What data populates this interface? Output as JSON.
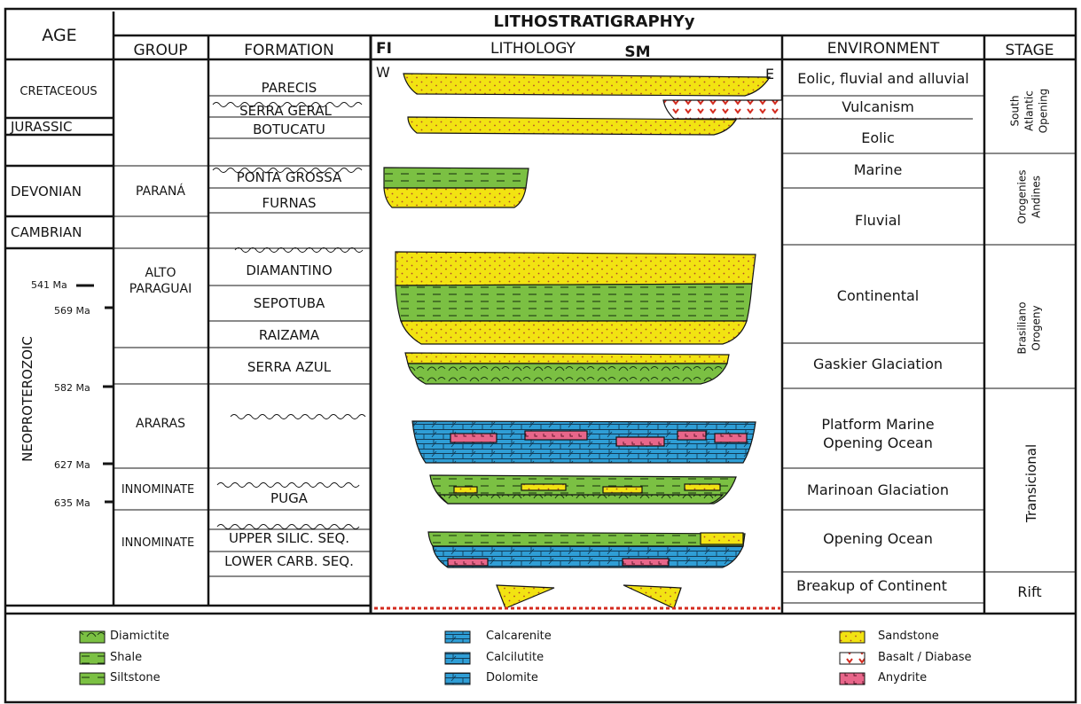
{
  "title": "LITHOSTRATIGRAPHYy",
  "headers": {
    "age": "AGE",
    "group": "GROUP",
    "formation": "FORMATION",
    "fi": "FI",
    "lithology": "LITHOLOGY",
    "sm": "SM",
    "environment": "ENVIRONMENT",
    "stage": "STAGE",
    "west": "W",
    "east": "E"
  },
  "ages": {
    "cretaceous": "CRETACEOUS",
    "jurassic": "JURASSIC",
    "devonian": "DEVONIAN",
    "cambrian": "CAMBRIAN",
    "neoproterozoic": "NEOPROTEROZOIC"
  },
  "time_marks": [
    "541 Ma",
    "569 Ma",
    "582 Ma",
    "627 Ma",
    "635 Ma"
  ],
  "groups": {
    "parana": "PARANÁ",
    "alto1": "ALTO",
    "alto2": "PARAGUAI",
    "araras": "ARARAS",
    "innominate1": "INNOMINATE",
    "innominate2": "INNOMINATE"
  },
  "formations": {
    "parecis": "PARECIS",
    "serra_geral": "SERRA GERAL",
    "botucatu": "BOTUCATU",
    "ponta_grossa": "PONTA GROSSA",
    "furnas": "FURNAS",
    "diamantino": "DIAMANTINO",
    "sepotuba": "SEPOTUBA",
    "raizama": "RAIZAMA",
    "serra_azul": "SERRA AZUL",
    "puga": "PUGA",
    "upper": "UPPER SILIC. SEQ.",
    "lower": "LOWER CARB. SEQ."
  },
  "environments": {
    "eolic_fluvial": "Eolic, fluvial and alluvial",
    "vulcanism": "Vulcanism",
    "eolic": "Eolic",
    "marine": "Marine",
    "fluvial": "Fluvial",
    "continental": "Continental",
    "gaskier": "Gaskier Glaciation",
    "platform1": "Platform Marine",
    "platform2": "Opening Ocean",
    "marinoan": "Marinoan Glaciation",
    "opening": "Opening Ocean",
    "breakup": "Breakup of Continent"
  },
  "stages": {
    "south1": "South",
    "south2": "Atlantic",
    "south3": "Opening",
    "oro1": "Orogenies",
    "oro2": "Andines",
    "bras1": "Brasiliano",
    "bras2": "Orogeny",
    "transicional": "Transicional",
    "rift": "Rift"
  },
  "legend": {
    "diamictite": "Diamictite",
    "shale": "Shale",
    "siltstone": "Siltstone",
    "calcarenite": "Calcarenite",
    "calcilutite": "Calcilutite",
    "dolomite": "Dolomite",
    "sandstone": "Sandstone",
    "basalt": "Basalt / Diabase",
    "anydrite": "Anydrite"
  },
  "colors": {
    "sandstone": "#f2e312",
    "green": "#7bc043",
    "blue": "#2f9ed6",
    "pink": "#e8668a",
    "basalt": "#d42b1f",
    "line": "#141414"
  }
}
